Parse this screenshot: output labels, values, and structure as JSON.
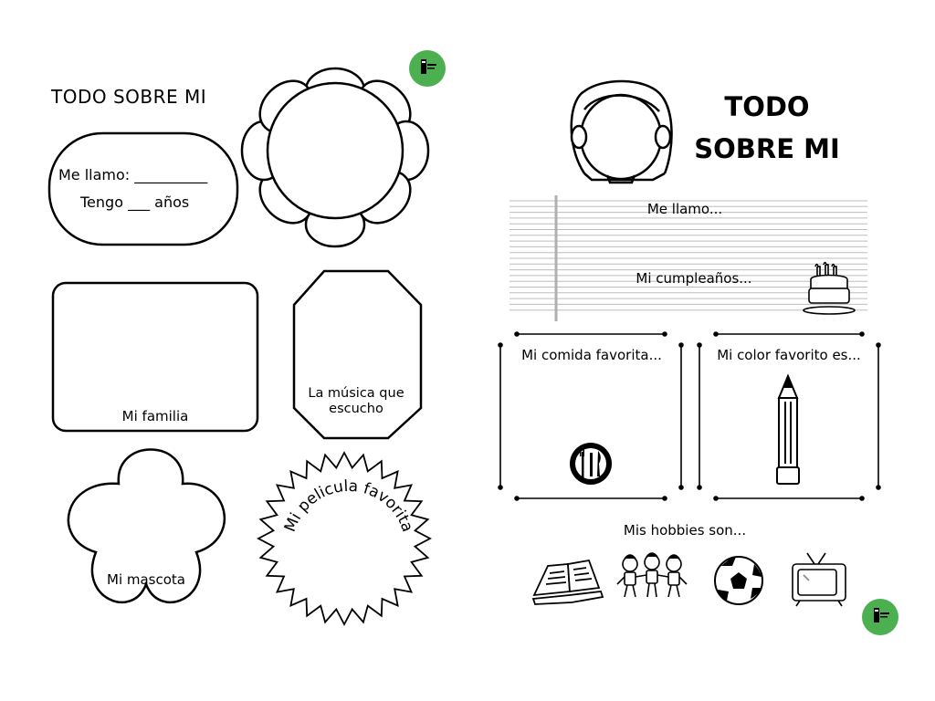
{
  "left": {
    "title": "TODO SOBRE MI",
    "name_line": "Me llamo: __________",
    "age_line": "Tengo ___ años",
    "family_label": "Mi familia",
    "music_label": "La música que escucho",
    "pet_label": "Mi mascota",
    "movie_label": "Mi pelicula favorita"
  },
  "right": {
    "title_line1": "TODO",
    "title_line2": "SOBRE MI",
    "name_prompt": "Me llamo...",
    "birthday_prompt": "Mi cumpleaños...",
    "food_label": "Mi comida favorita...",
    "color_label": "Mi color favorito es...",
    "hobbies_label": "Mis hobbies son..."
  },
  "icons": [
    "flower-frame-icon",
    "girl-face-icon",
    "birthday-cake-icon",
    "plate-cutlery-icon",
    "pencil-icon",
    "open-book-icon",
    "kids-holding-hands-icon",
    "soccer-ball-icon",
    "tv-icon",
    "brand-logo-icon"
  ],
  "colors": {
    "logo_green": "#4caf50",
    "lines_gray": "#bdbdbd",
    "outline": "#000000"
  }
}
